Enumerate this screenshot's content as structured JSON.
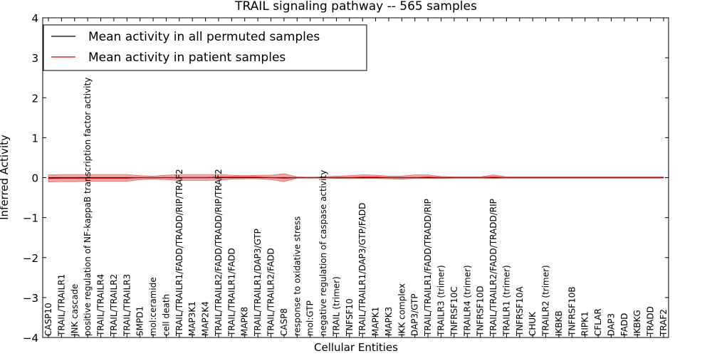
{
  "chart_data": {
    "type": "line",
    "title": "TRAIL signaling pathway -- 565 samples",
    "xlabel": "Cellular Entities",
    "ylabel": "Inferred Activity",
    "ylim": [
      -4,
      4
    ],
    "yticks": [
      -4,
      -3,
      -2,
      -1,
      0,
      1,
      2,
      3,
      4
    ],
    "grid": false,
    "legend_position": "upper left",
    "categories": [
      "CASP10",
      "TRAIL/TRAILR1",
      "JNK cascade",
      "positive regulation of NF-kappaB transcription factor activity",
      "TRAIL/TRAILR4",
      "TRAIL/TRAILR2",
      "TRAIL/TRAILR3",
      "SMPD1",
      "mol:ceramide",
      "cell death",
      "TRAIL/TRAILR1/FADD/TRADD/RIP/TRAF2",
      "MAP3K1",
      "MAP2K4",
      "TRAIL/TRAILR2/FADD/TRADD/RIP/TRAF2",
      "TRAIL/TRAILR1/FADD",
      "MAPK8",
      "TRAIL/TRAILR1/DAP3/GTP",
      "TRAIL/TRAILR2/FADD",
      "CASP8",
      "response to oxidative stress",
      "mol:GTP",
      "negative regulation of caspase activity",
      "TRAIL (trimer)",
      "TNFSF10",
      "TRAIL/TRAILR1/DAP3/GTP/FADD",
      "MAPK1",
      "MAPK3",
      "IKK complex",
      "DAP3/GTP",
      "TRAIL/TRAILR1/FADD/TRADD/RIP",
      "TRAILR3 (trimer)",
      "TNFRSF10C",
      "TRAILR4 (trimer)",
      "TNFRSF10D",
      "TRAIL/TRAILR2/FADD/TRADD/RIP",
      "TRAILR1 (trimer)",
      "TNFRSF10A",
      "CHUK",
      "TRAILR2 (trimer)",
      "IKBKB",
      "TNFRSF10B",
      "RIPK1",
      "CFLAR",
      "DAP3",
      "FADD",
      "IKBKG",
      "TRADD",
      "TRAF2"
    ],
    "series": [
      {
        "name": "Mean activity in all permuted samples",
        "color": "#000000",
        "values": [
          0,
          0,
          0,
          0,
          0,
          0,
          0,
          0,
          0,
          0,
          0,
          0,
          0,
          0,
          0,
          0,
          0,
          0,
          0,
          0,
          0,
          0,
          0,
          0,
          0,
          0,
          0,
          0,
          0,
          0,
          0,
          0,
          0,
          0,
          0,
          0,
          0,
          0,
          0,
          0,
          0,
          0,
          0,
          0,
          0,
          0,
          0,
          0
        ]
      },
      {
        "name": "Mean activity in patient samples",
        "color": "#cc0000",
        "values": [
          -0.02,
          -0.01,
          -0.01,
          -0.01,
          -0.01,
          -0.01,
          -0.01,
          0,
          0,
          0,
          0,
          0,
          0,
          0.01,
          0.01,
          0.01,
          0.01,
          0,
          -0.01,
          0,
          0,
          0,
          0,
          0,
          0.01,
          0.01,
          0,
          0,
          0,
          0.01,
          0,
          0,
          0,
          0,
          0.01,
          0,
          0,
          0,
          0,
          0,
          0,
          0,
          0,
          0,
          0,
          0,
          0,
          0
        ],
        "band_upper": [
          0.07,
          0.08,
          0.08,
          0.08,
          0.08,
          0.08,
          0.08,
          0.05,
          0.04,
          0.06,
          0.08,
          0.08,
          0.08,
          0.08,
          0.06,
          0.05,
          0.06,
          0.06,
          0.1,
          0.02,
          0.01,
          0.02,
          0.04,
          0.05,
          0.07,
          0.06,
          0.04,
          0.04,
          0.07,
          0.07,
          0.03,
          0.02,
          0.02,
          0.02,
          0.07,
          0.02,
          0.02,
          0.02,
          0.02,
          0.02,
          0.02,
          0.02,
          0.02,
          0.02,
          0.02,
          0.02,
          0.02,
          0.02
        ],
        "band_lower": [
          -0.11,
          -0.1,
          -0.1,
          -0.09,
          -0.09,
          -0.09,
          -0.09,
          -0.05,
          -0.04,
          -0.05,
          -0.07,
          -0.07,
          -0.07,
          -0.06,
          -0.04,
          -0.03,
          -0.03,
          -0.05,
          -0.1,
          -0.01,
          -0.01,
          -0.01,
          -0.02,
          -0.02,
          -0.02,
          -0.02,
          -0.03,
          -0.04,
          -0.02,
          -0.02,
          -0.02,
          -0.01,
          -0.01,
          -0.01,
          -0.02,
          -0.01,
          -0.01,
          -0.01,
          -0.01,
          -0.01,
          -0.01,
          -0.01,
          -0.01,
          -0.01,
          -0.01,
          -0.01,
          -0.01,
          -0.01
        ],
        "band_color": "#f08080"
      }
    ]
  }
}
